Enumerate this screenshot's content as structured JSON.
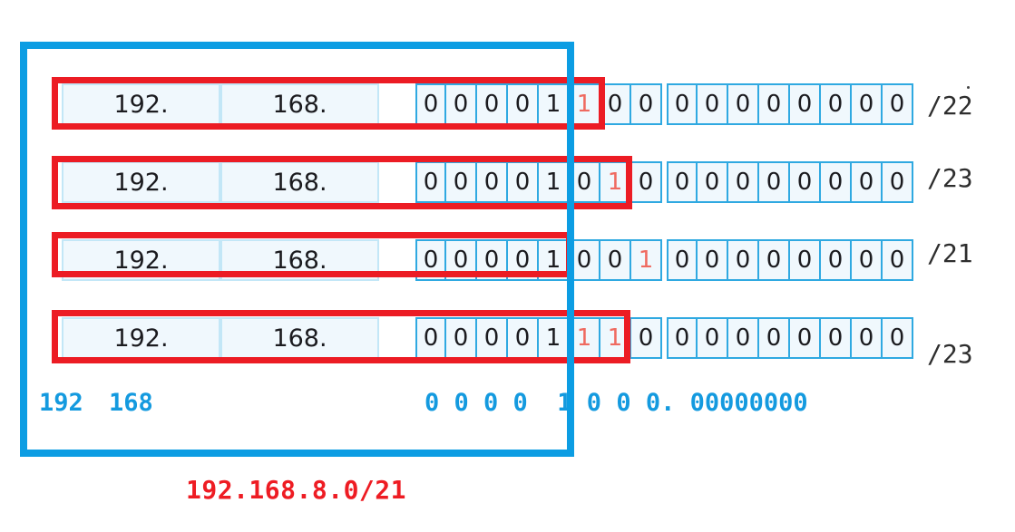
{
  "colors": {
    "outline_blue": "#0C9DE3",
    "group_red": "#EC1C24",
    "bit_cell_border": "#2FA9E1",
    "octet_cell_border": "#C3E7F7",
    "cell_fill": "#F0F8FD",
    "digit_dark": "#1B1B1F",
    "digit_red": "#EF6A60",
    "cidr_text": "#2E2E2E",
    "binary_blue_text": "#149ADF",
    "summary_red_text": "#EE1C23"
  },
  "rows": [
    {
      "octet1": "192.",
      "octet2": "168.",
      "octet3_bits": [
        "0",
        "0",
        "0",
        "0",
        "1",
        "1",
        "0",
        "0"
      ],
      "octet3_red": [
        5
      ],
      "octet4_bits": [
        "0",
        "0",
        "0",
        "0",
        "0",
        "0",
        "0",
        "0"
      ],
      "octet4_red": [],
      "cidr": "/22"
    },
    {
      "octet1": "192.",
      "octet2": "168.",
      "octet3_bits": [
        "0",
        "0",
        "0",
        "0",
        "1",
        "0",
        "1",
        "0"
      ],
      "octet3_red": [
        6
      ],
      "octet4_bits": [
        "0",
        "0",
        "0",
        "0",
        "0",
        "0",
        "0",
        "0"
      ],
      "octet4_red": [],
      "cidr": "/23"
    },
    {
      "octet1": "192.",
      "octet2": "168.",
      "octet3_bits": [
        "0",
        "0",
        "0",
        "0",
        "1",
        "0",
        "0",
        "1"
      ],
      "octet3_red": [
        7
      ],
      "octet4_bits": [
        "0",
        "0",
        "0",
        "0",
        "0",
        "0",
        "0",
        "0"
      ],
      "octet4_red": [],
      "cidr": "/21"
    },
    {
      "octet1": "192.",
      "octet2": "168.",
      "octet3_bits": [
        "0",
        "0",
        "0",
        "0",
        "1",
        "1",
        "1",
        "0"
      ],
      "octet3_red": [
        5,
        6
      ],
      "octet4_bits": [
        "0",
        "0",
        "0",
        "0",
        "0",
        "0",
        "0",
        "0"
      ],
      "octet4_red": [],
      "cidr": "/23"
    }
  ],
  "expanded_binary_line": {
    "octet1": "192",
    "octet2": "168",
    "binary": "0 0 0 0  1 0 0 0. 00000000"
  },
  "summary_label": "192.168.8.0/21"
}
